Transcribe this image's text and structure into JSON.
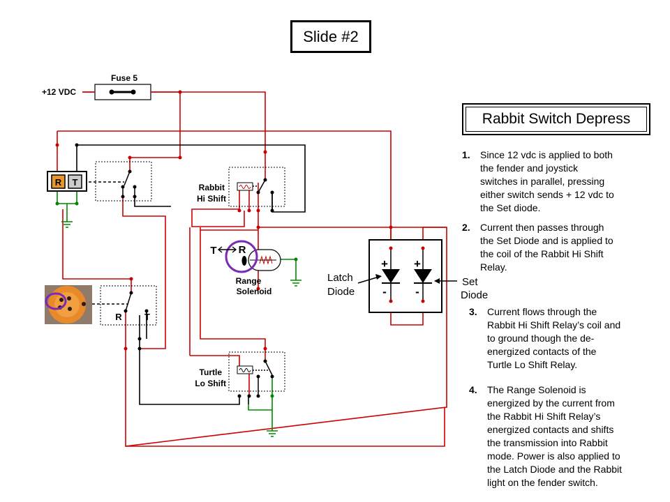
{
  "slide_title": "Slide #2",
  "panel_title": "Rabbit Switch Depress",
  "labels": {
    "fuse": "Fuse 5",
    "supply": "+12 VDC",
    "rabbit_relay_line1": "Rabbit",
    "rabbit_relay_line2": "Hi Shift",
    "turtle_relay_line1": "Turtle",
    "turtle_relay_line2": "Lo Shift",
    "range_solenoid_line1": "Range",
    "range_solenoid_line2": "Solenoid",
    "latch_diode_line1": "Latch",
    "latch_diode_line2": "Diode",
    "set_diode_line1": "Set",
    "set_diode_line2": "Diode",
    "switch_r": "R",
    "switch_t": "T",
    "solenoid_t": "T",
    "solenoid_r": "R",
    "plus": "+",
    "minus": "-"
  },
  "steps": [
    {
      "num": "1.",
      "lines": [
        "Since 12 vdc is applied to both",
        "the fender and joystick",
        "switches in parallel, pressing",
        "either switch sends + 12 vdc to",
        "the Set diode."
      ]
    },
    {
      "num": "2.",
      "lines": [
        "Current then passes through",
        "the Set Diode and is applied to",
        "the coil of the Rabbit Hi Shift",
        "Relay."
      ]
    },
    {
      "num": "3.",
      "lines": [
        "Current flows through the",
        "Rabbit Hi Shift Relay’s coil and",
        "to ground though the de-",
        "energized contacts of the",
        "Turtle Lo Shift Relay."
      ]
    },
    {
      "num": "4.",
      "lines": [
        "The Range Solenoid is",
        "energized by the current from",
        "the Rabbit Hi Shift Relay’s",
        "energized contacts and shifts",
        "the transmission into Rabbit",
        "mode. Power is also applied to",
        "the Latch Diode and the Rabbit",
        "light on the fender switch."
      ]
    }
  ],
  "colors": {
    "power_wire": "#cc0000",
    "control_wire": "#000000",
    "ground_wire": "#008800",
    "highlight_circle": "#7a2bb5",
    "switch_button_orange": "#e8962e"
  }
}
